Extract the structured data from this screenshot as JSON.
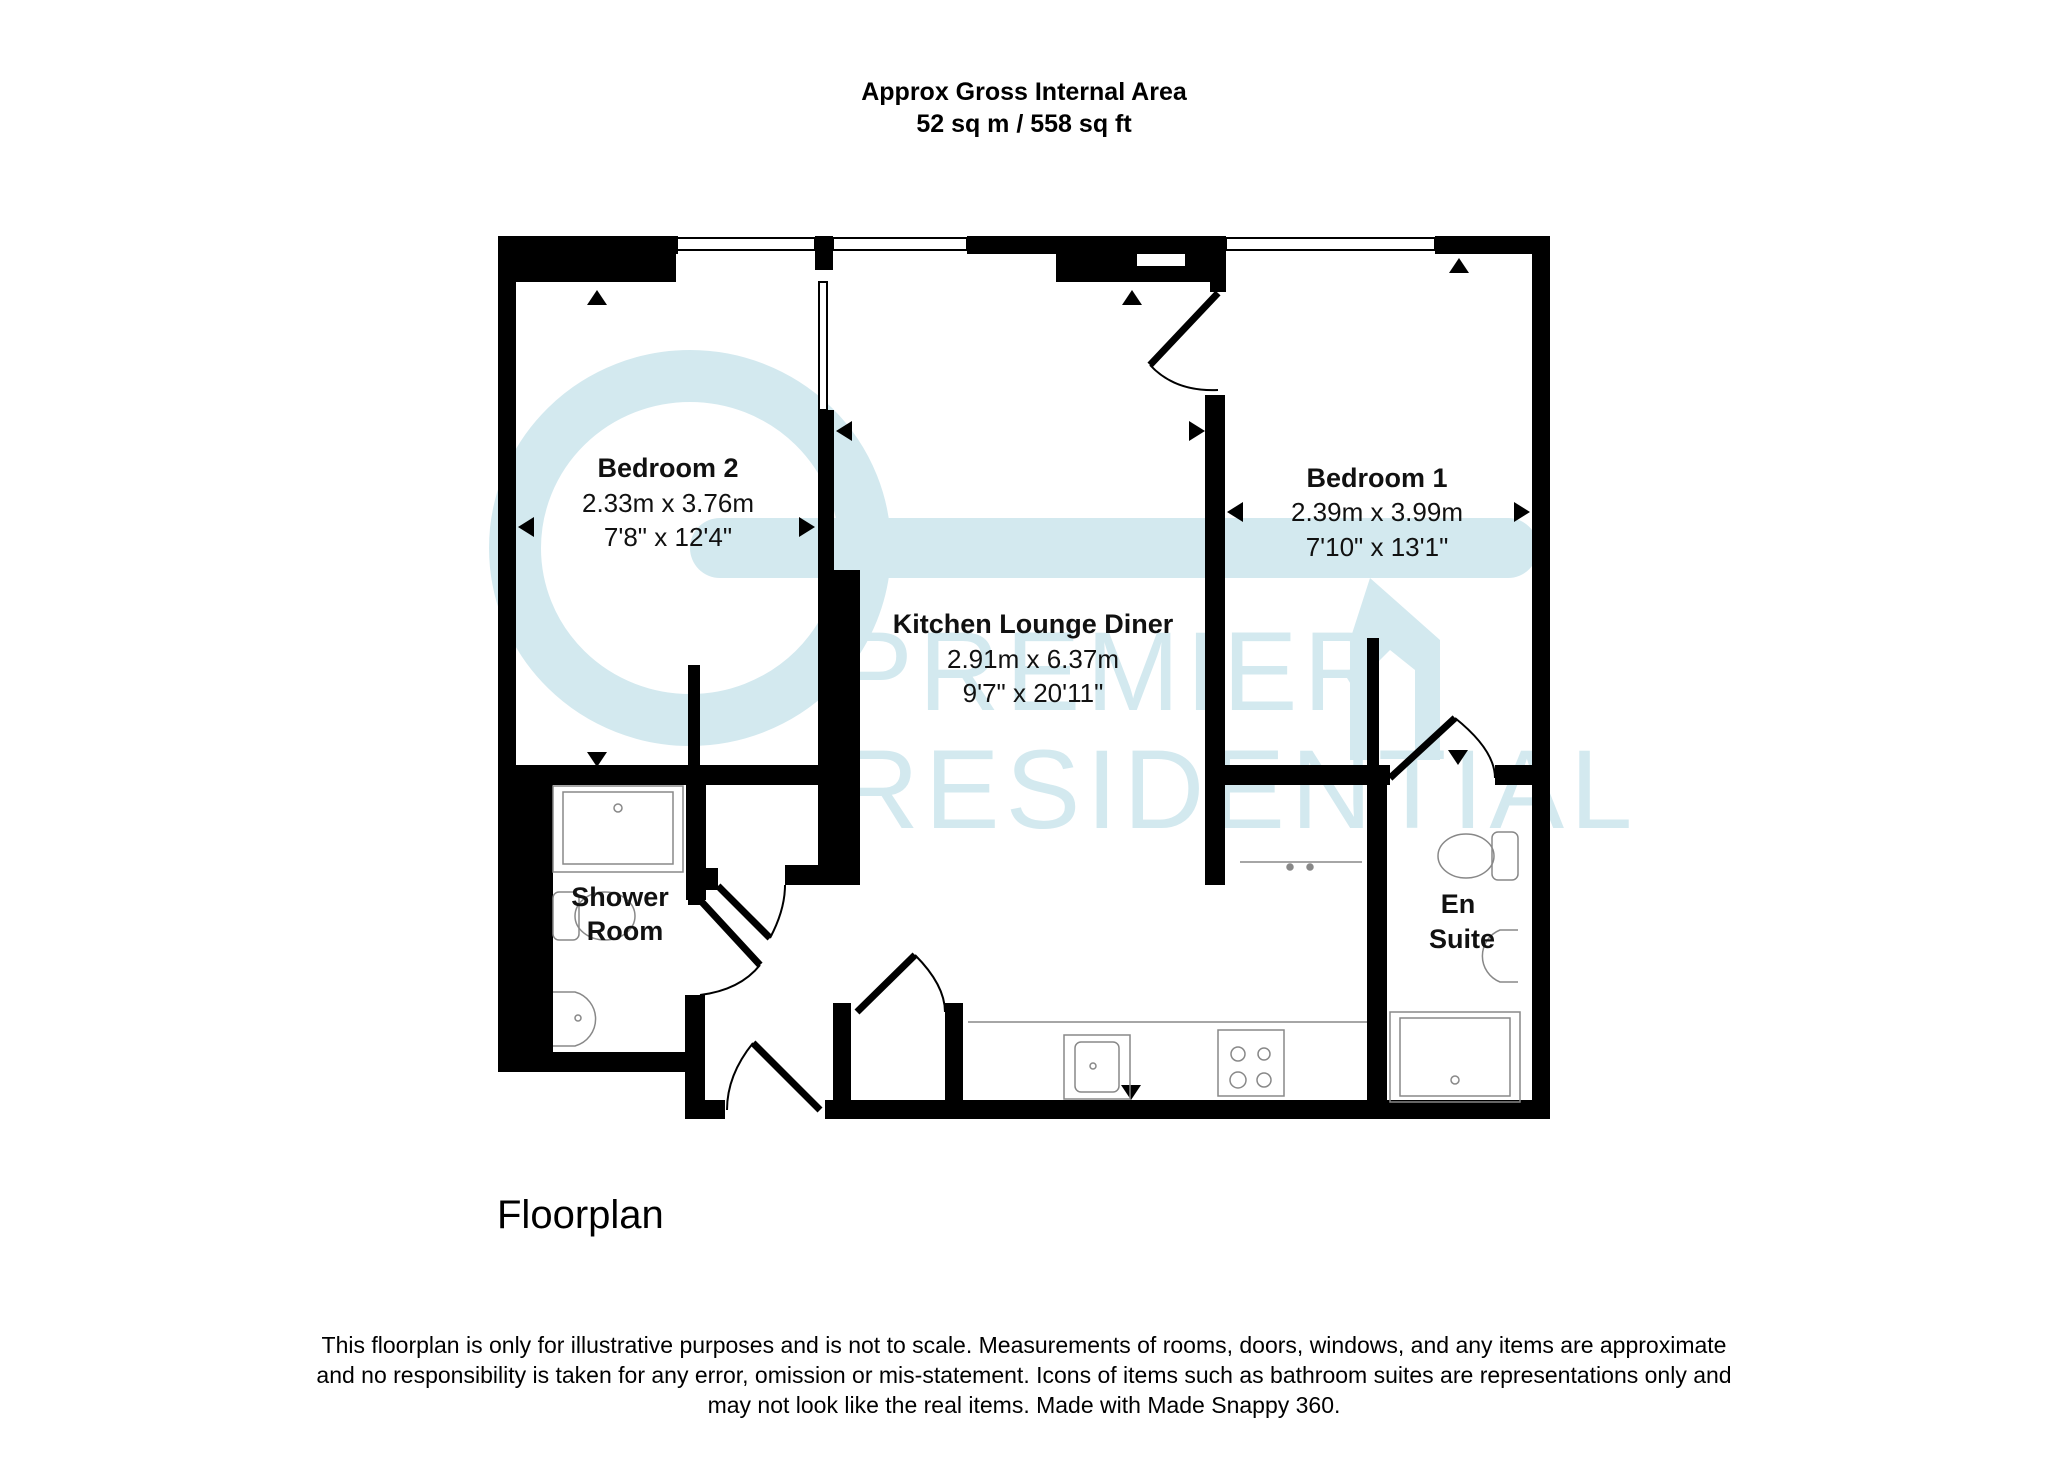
{
  "header": {
    "line1": "Approx Gross Internal Area",
    "line2": "52 sq m / 558 sq ft"
  },
  "watermark": {
    "line1": "PREMIER",
    "line2": "RESIDENTIAL",
    "color": "#d3e9ef"
  },
  "rooms": [
    {
      "name": "Bedroom 2",
      "metric": "2.33m x 3.76m",
      "imperial": "7'8\" x 12'4\""
    },
    {
      "name": "Kitchen Lounge Diner",
      "metric": "2.91m x 6.37m",
      "imperial": "9'7\" x 20'11\""
    },
    {
      "name": "Bedroom 1",
      "metric": "2.39m x 3.99m",
      "imperial": "7'10\" x 13'1\""
    },
    {
      "name_line1": "Shower",
      "name_line2": "Room"
    },
    {
      "name_line1": "En",
      "name_line2": "Suite"
    }
  ],
  "plan_label": "Floorplan",
  "disclaimer": {
    "line1": "This floorplan is only for illustrative purposes and is not to scale. Measurements of rooms, doors, windows, and any items are approximate",
    "line2": "and no responsibility is taken for any error, omission or mis-statement. Icons of items such as bathroom suites are representations only and",
    "line3": "may not look like the real items. Made with Made Snappy 360."
  },
  "colors": {
    "wall": "#000000",
    "fixture_stroke": "#888888",
    "watermark": "#d3e9ef"
  }
}
